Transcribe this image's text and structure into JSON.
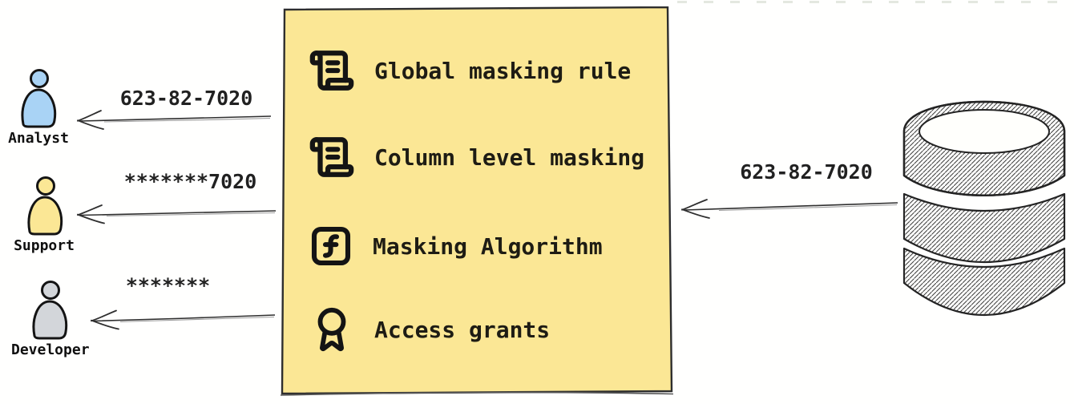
{
  "diagram_type": "data-masking-flow",
  "actors": [
    {
      "name": "Analyst",
      "fill": "#a9d3f5",
      "received_value": "623-82-7020"
    },
    {
      "name": "Support",
      "fill": "#fbe795",
      "received_value": "*******7020"
    },
    {
      "name": "Developer",
      "fill": "#d3d6da",
      "received_value": "*******"
    }
  ],
  "masking_panel": {
    "fill": "#fbe795",
    "border_color": "#2e2e2e",
    "items": [
      {
        "label": "Global masking rule",
        "icon": "scroll-text-icon"
      },
      {
        "label": "Column level masking",
        "icon": "scroll-text-icon"
      },
      {
        "label": "Masking Algorithm",
        "icon": "function-square-icon"
      },
      {
        "label": "Access grants",
        "icon": "award-icon"
      }
    ]
  },
  "source": {
    "icon": "database-icon",
    "outgoing_value": "623-82-7020"
  }
}
